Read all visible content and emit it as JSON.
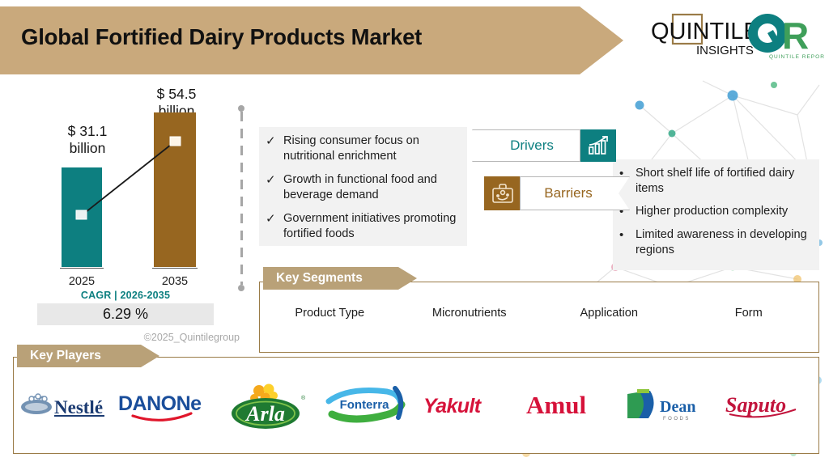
{
  "header": {
    "title": "Global Fortified Dairy Products Market",
    "banner_color": "#c9a97c"
  },
  "logo": {
    "word_main": "QUINTILE",
    "word_sub": "INSIGHTS",
    "mark_q": "Q",
    "mark_r": "R",
    "mark_caption": "QUINTILE REPORTS",
    "teal": "#0d7f80",
    "green": "#3f9f5a"
  },
  "chart_data": {
    "type": "bar",
    "title": "Global Fortified Dairy Products Market",
    "categories": [
      "2025",
      "2035"
    ],
    "values": [
      31.1,
      54.5
    ],
    "value_labels": [
      "$ 31.1\nbillion",
      "$ 54.5\nbillion"
    ],
    "unit": "USD billion",
    "xlabel": "",
    "ylabel": "",
    "ylim": [
      0,
      60
    ],
    "grid": false,
    "legend": "none",
    "series_colors": [
      "#0d7f80",
      "#976620"
    ],
    "annotation": {
      "cagr_label": "CAGR | 2026-2035",
      "cagr_value": "6.29 %",
      "cagr_numeric": 6.29,
      "trend_marker_color": "#e9f2f2"
    }
  },
  "copyright": "©2025_Quintilegroup",
  "drivers": {
    "ribbon_label": "Drivers",
    "icon": "growth-chart-icon",
    "color": "#0d7f80",
    "items": [
      "Rising consumer focus on nutritional enrichment",
      "Growth in functional food and beverage demand",
      "Government initiatives promoting fortified foods"
    ],
    "bullet_glyph": "✓"
  },
  "barriers": {
    "ribbon_label": "Barriers",
    "icon": "first-aid-kit-icon",
    "color": "#976620",
    "items": [
      "Short shelf life of fortified dairy items",
      "Higher production complexity",
      "Limited awareness in developing regions"
    ],
    "bullet_glyph": "•"
  },
  "segments": {
    "tab_label": "Key Segments",
    "items": [
      "Product Type",
      "Micronutrients",
      "Application",
      "Form"
    ]
  },
  "players": {
    "tab_label": "Key Players",
    "items": [
      {
        "name": "Nestlé",
        "logo": "nestle-logo",
        "color": "#1b3b72"
      },
      {
        "name": "DANONE",
        "logo": "danone-logo",
        "color": "#1a4e9b"
      },
      {
        "name": "Arla",
        "logo": "arla-logo",
        "color": "#1f7a32"
      },
      {
        "name": "Fonterra",
        "logo": "fonterra-logo",
        "color": "#1a5fa8"
      },
      {
        "name": "Yakult",
        "logo": "yakult-logo",
        "color": "#d6123a"
      },
      {
        "name": "Amul",
        "logo": "amul-logo",
        "color": "#d6123a"
      },
      {
        "name": "Dean Foods",
        "logo": "dean-foods-logo",
        "color": "#1a5fa8"
      },
      {
        "name": "Saputo",
        "logo": "saputo-logo",
        "color": "#c2143c"
      }
    ]
  },
  "accents": {
    "tab_tan": "#b9a178",
    "panel_border": "#9a7b47",
    "list_bg": "#f2f2f2",
    "divider_gray": "#a6a6a6"
  }
}
